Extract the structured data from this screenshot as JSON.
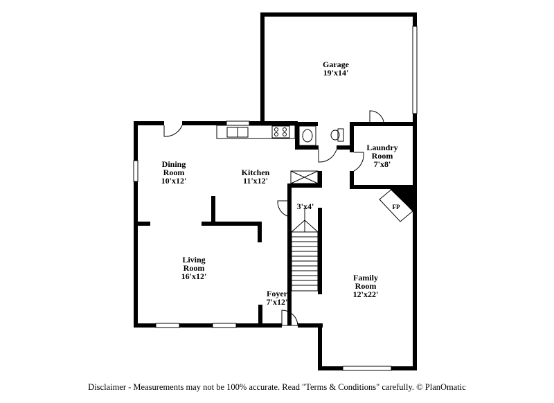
{
  "rooms": {
    "garage": {
      "name": "Garage",
      "size": "19'x14'"
    },
    "laundry": {
      "name_line1": "Laundry",
      "name_line2": "Room",
      "size": "7'x8'"
    },
    "dining": {
      "name_line1": "Dining",
      "name_line2": "Room",
      "size": "10'x12'"
    },
    "kitchen": {
      "name": "Kitchen",
      "size": "11'x12'"
    },
    "closet": {
      "size": "3'x4'"
    },
    "fireplace": {
      "label": "FP"
    },
    "living": {
      "name_line1": "Living",
      "name_line2": "Room",
      "size": "16'x12'"
    },
    "family": {
      "name_line1": "Family",
      "name_line2": "Room",
      "size": "12'x22'"
    },
    "foyer": {
      "name": "Foyer",
      "size": "7'x12'"
    }
  },
  "disclaimer": "Disclaimer - Measurements may not be 100% accurate. Read \"Terms & Conditions\" carefully. © PlanOmatic"
}
